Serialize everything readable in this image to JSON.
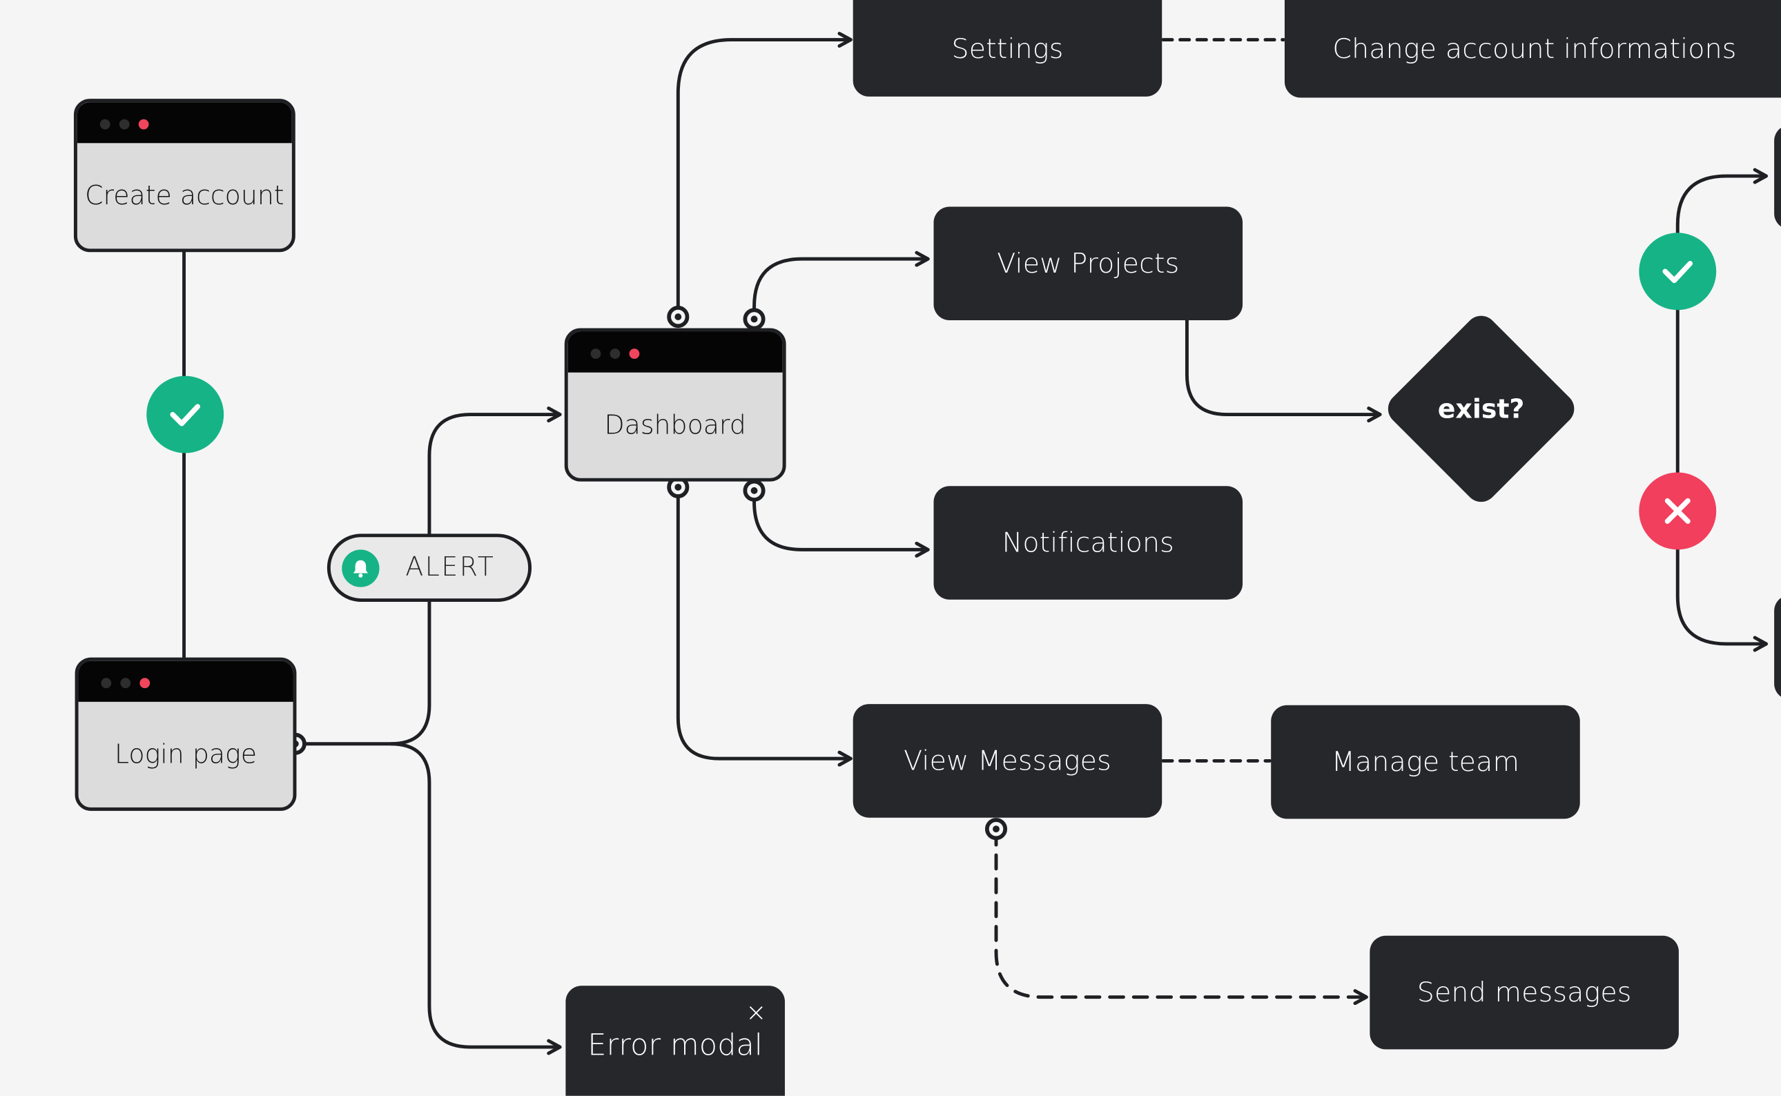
{
  "diagram": {
    "screens": {
      "create_account": "Create account",
      "login_page": "Login page",
      "dashboard": "Dashboard"
    },
    "nodes": {
      "settings": "Settings",
      "change_account": "Change account informations",
      "view_projects": "View Projects",
      "notifications": "Notifications",
      "view_messages": "View Messages",
      "manage_team": "Manage team",
      "send_messages": "Send messages",
      "error_modal": "Error modal"
    },
    "decision": "exist?",
    "alert_pill": "ALERT",
    "close_glyph": "×"
  },
  "colors": {
    "background": "#f5f5f5",
    "node": "#26272b",
    "screen_body": "#dcdcdc",
    "screen_titlebar": "#050505",
    "success": "#16b386",
    "error": "#f13f5d",
    "connector": "#1f2023"
  },
  "icons": {
    "success_badge": "check-icon",
    "error_badge": "x-icon",
    "alert": "bell-icon",
    "modal_close": "close-icon"
  }
}
